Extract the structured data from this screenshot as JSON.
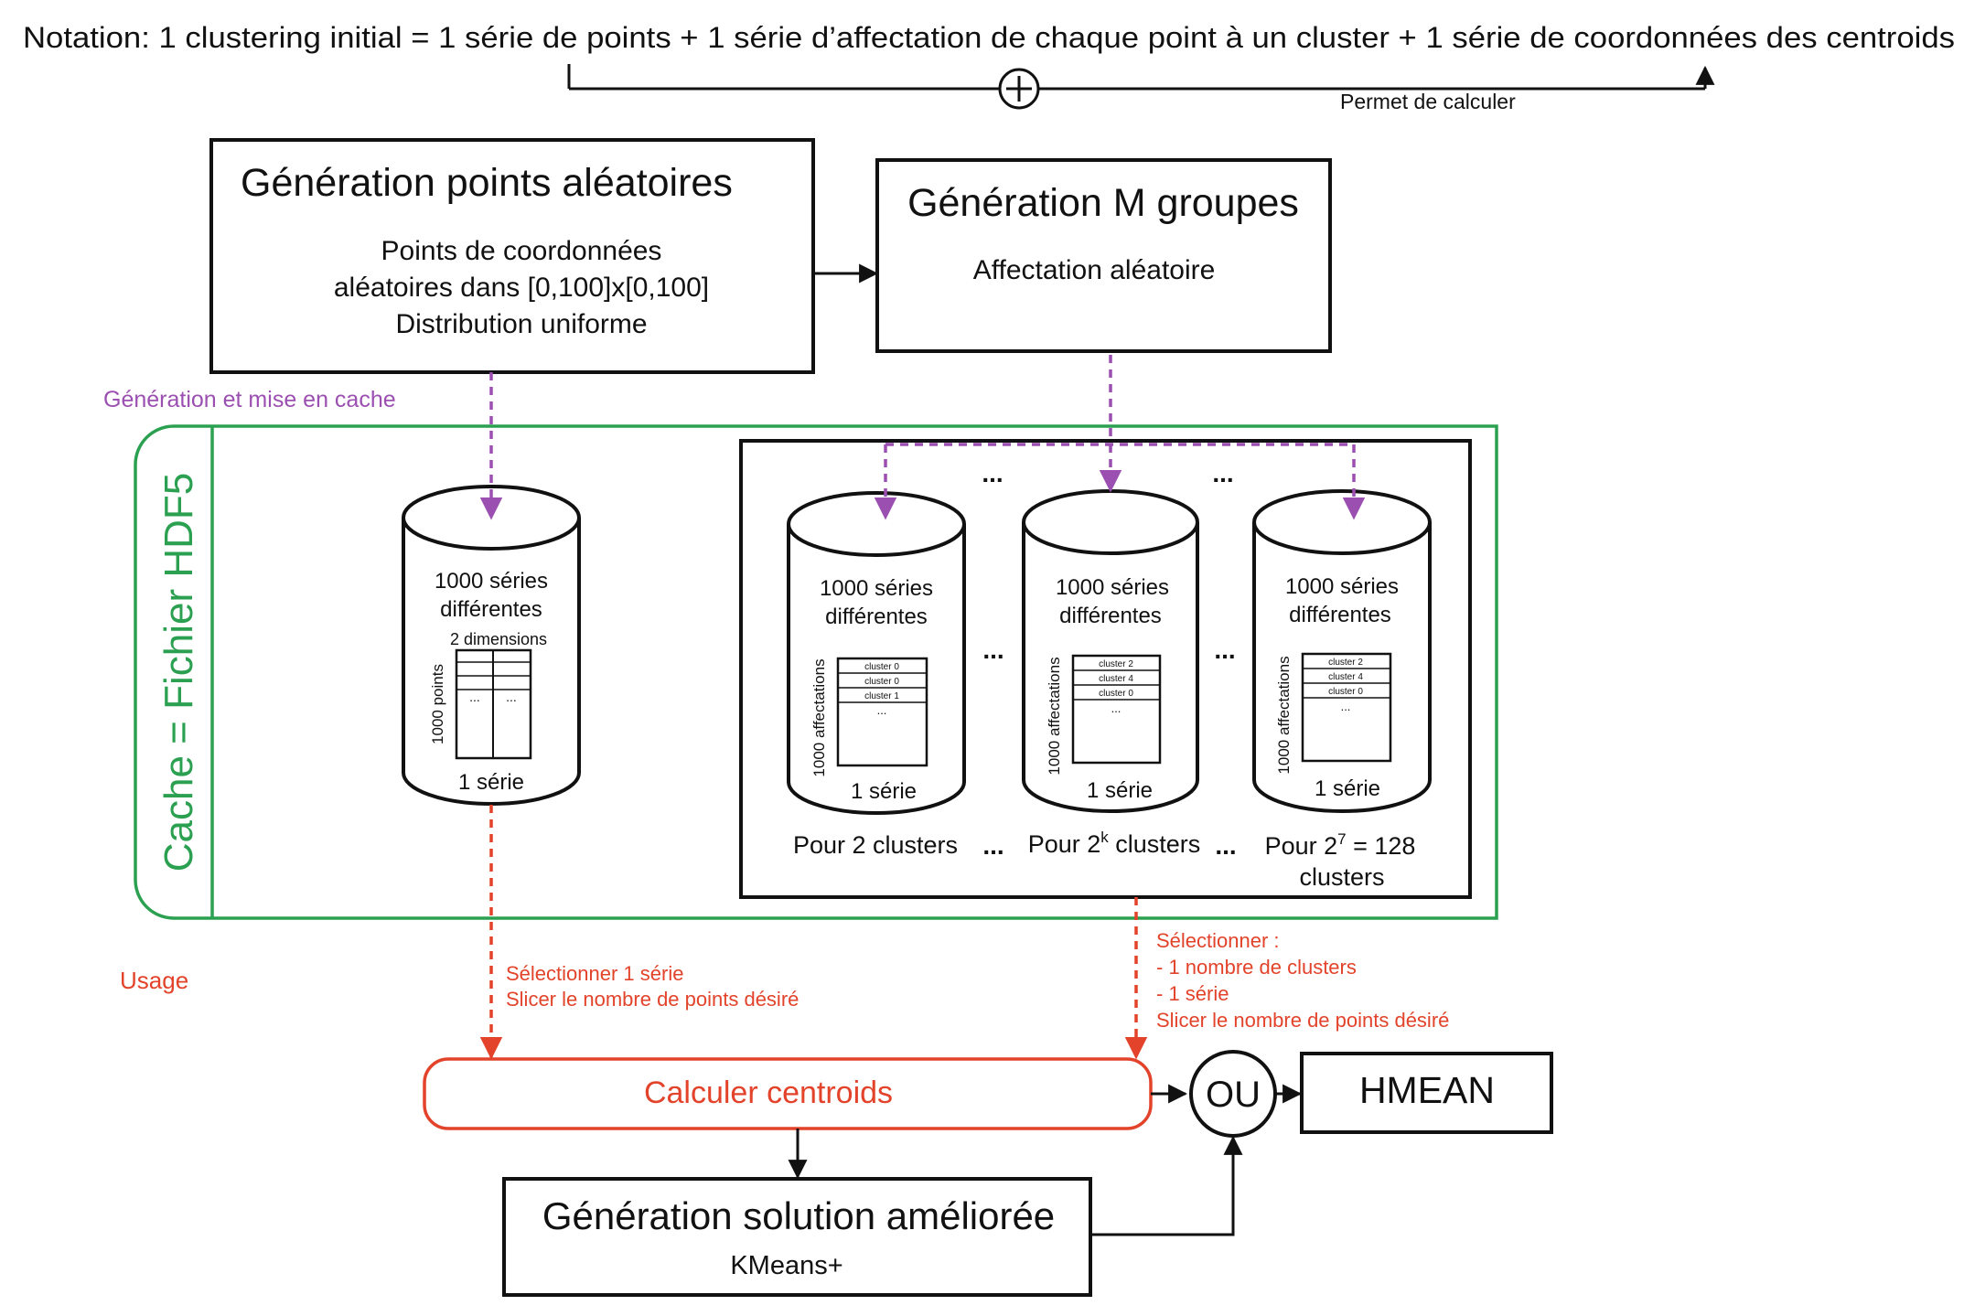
{
  "notation": {
    "text": "Notation: 1 clustering initial = 1 série de points + 1 série d’affectation de chaque point à un cluster + 1 série de coordonnées des centroids",
    "bracket_label": "Permet de calculer"
  },
  "gen_points": {
    "title": "Génération points aléatoires",
    "line1": "Points de coordonnées",
    "line2": "aléatoires dans [0,100]x[0,100]",
    "line3": "Distribution uniforme"
  },
  "gen_groups": {
    "title": "Génération M groupes",
    "subtitle": "Affectation aléatoire"
  },
  "labels": {
    "generation_cache": "Génération et mise en cache",
    "usage": "Usage",
    "cache_hdf5": "Cache = Fichier HDF5",
    "ellipsis": "..."
  },
  "points_db": {
    "line1": "1000 séries",
    "line2": "différentes",
    "dims": "2 dimensions",
    "side": "1000 points",
    "footer": "1 série"
  },
  "cluster_dbs": [
    {
      "line1": "1000 séries",
      "line2": "différentes",
      "side": "1000 affectations",
      "rows": [
        "cluster 0",
        "cluster 0",
        "cluster 1"
      ],
      "footer": "1 série",
      "caption": "Pour 2 clusters"
    },
    {
      "line1": "1000 séries",
      "line2": "différentes",
      "side": "1000 affectations",
      "rows": [
        "cluster 2",
        "cluster 4",
        "cluster 0"
      ],
      "footer": "1 série",
      "caption_pre": "Pour 2",
      "caption_sup": "k",
      "caption_post": " clusters"
    },
    {
      "line1": "1000 séries",
      "line2": "différentes",
      "side": "1000 affectations",
      "rows": [
        "cluster 2",
        "cluster 4",
        "cluster 0"
      ],
      "footer": "1 série",
      "caption_pre": "Pour 2",
      "caption_sup": "7",
      "caption_post": " = 128",
      "caption_line2": "clusters"
    }
  ],
  "select_left": {
    "line1": "Sélectionner 1 série",
    "line2": "Slicer le nombre de points désiré"
  },
  "select_right": {
    "line1": "Sélectionner :",
    "line2": "- 1 nombre de clusters",
    "line3": "- 1 série",
    "line4": "Slicer le nombre de points désiré"
  },
  "calc": {
    "label": "Calculer centroids"
  },
  "improved": {
    "title": "Génération solution améliorée",
    "subtitle": "KMeans+"
  },
  "ou": {
    "label": "OU"
  },
  "hmean": {
    "label": "HMEAN"
  },
  "colors": {
    "purple": "#9b4fb0",
    "red": "#e2432a",
    "green": "#2aa050",
    "black": "#111111"
  }
}
